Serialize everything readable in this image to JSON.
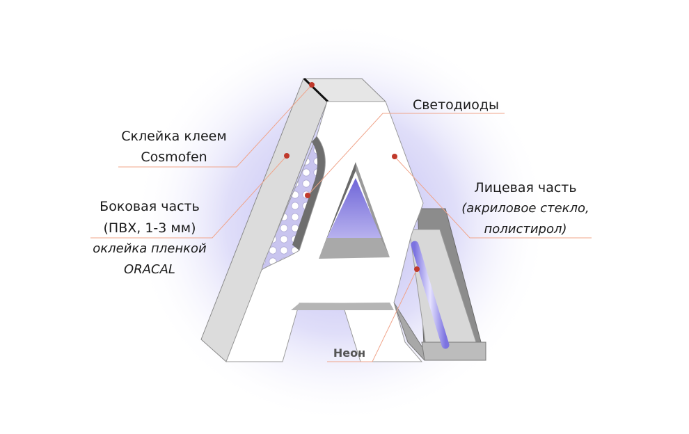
{
  "labels": {
    "cosmofen_line1": "Склейка клеем",
    "cosmofen_line2": "Cosmofen",
    "side_line1": "Боковая часть",
    "side_line2": "(ПВХ, 1-3 мм)",
    "side_line3": "оклейка пленкой",
    "side_line4": "ORACAL",
    "led": "Светодиоды",
    "face_line1": "Лицевая часть",
    "face_line2": "(акриловое стекло,",
    "face_line3": "полистирол)",
    "neon": "Неон"
  },
  "colors": {
    "glow": "#b8b6f2",
    "face": "#ffffff",
    "side": "#dcdcdc",
    "inner_dark": "#6e6e6e",
    "inner_mid": "#9b9b9b",
    "triangle_fill": "#8f88de",
    "leader_line": "#f0a48a",
    "dot": "#c0392b",
    "neon_tube": "#9a92e6"
  }
}
